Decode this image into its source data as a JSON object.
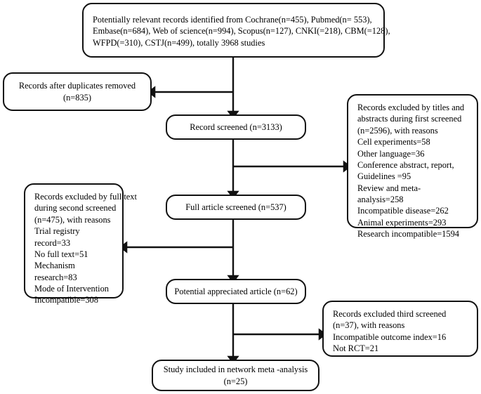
{
  "diagram": {
    "type": "prisma-flow-diagram",
    "line_color": "#111111",
    "background": "#ffffff"
  },
  "nodes": {
    "identification": {
      "lines": [
        "Potentially relevant records identified from Cochrane(n=455), Pubmed(n= 553),",
        "Embase(n=684), Web of science(n=994), Scopus(n=127), CNKI(=218), CBM(=128),",
        "WFPD(=310), CSTJ(n=499), totally 3968 studies"
      ]
    },
    "duplicates_removed": {
      "lines": [
        "Records after duplicates removed",
        "(n=835)"
      ]
    },
    "record_screened": {
      "lines": [
        "Record screened (n=3133)"
      ]
    },
    "excluded_first": {
      "lines": [
        "Records excluded by titles and",
        "abstracts during first screened",
        "(n=2596), with reasons",
        "Cell experiments=58",
        "Other language=36",
        "Conference abstract, report,",
        "Guidelines =95",
        "Review and meta-",
        "analysis=258",
        "Incompatible disease=262",
        "Animal experiments=293",
        "Research incompatible=1594"
      ]
    },
    "full_article_screened": {
      "lines": [
        "Full article screened (n=537)"
      ]
    },
    "excluded_second": {
      "lines": [
        "Records excluded by full text",
        "during second screened",
        "(n=475), with reasons",
        "Trial registry",
        "record=33",
        "No full text=51",
        "Mechanism",
        "research=83",
        "Mode of Intervention",
        "Incompatible=308"
      ]
    },
    "potential_appreciated": {
      "lines": [
        "Potential appreciated article (n=62)"
      ]
    },
    "excluded_third": {
      "lines": [
        "Records excluded third screened",
        "(n=37), with reasons",
        "Incompatible outcome index=16",
        "Not RCT=21"
      ]
    },
    "included": {
      "lines": [
        "Study included in network meta -analysis",
        "(n=25)"
      ]
    }
  }
}
